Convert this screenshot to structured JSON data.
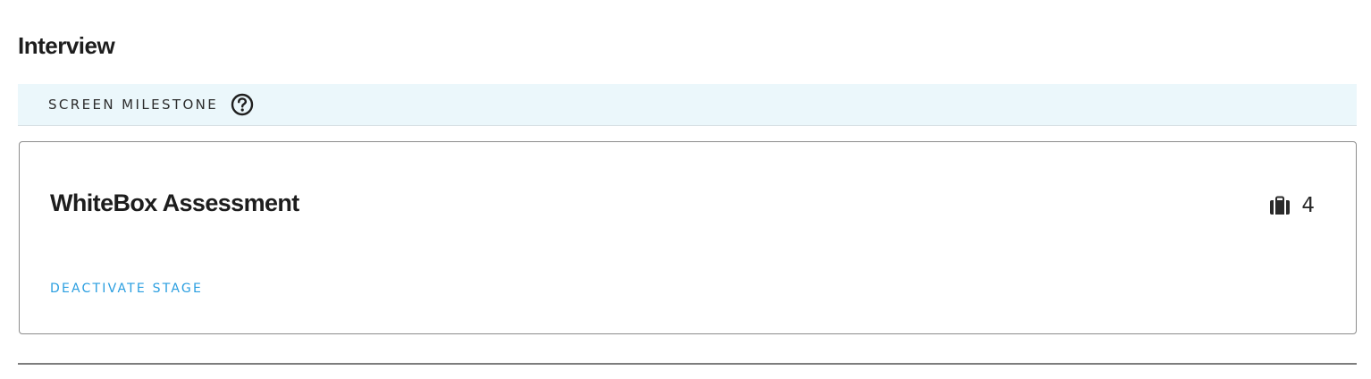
{
  "section": {
    "title": "Interview"
  },
  "milestone": {
    "label": "SCREEN MILESTONE",
    "help_icon": "question-circle-icon"
  },
  "stage": {
    "name": "WhiteBox Assessment",
    "count_icon": "briefcase-icon",
    "count": "4",
    "deactivate_label": "DEACTIVATE STAGE"
  },
  "colors": {
    "milestone_bg": "#ebf7fb",
    "link": "#2a9ee0",
    "card_border": "#8c8c8c"
  }
}
